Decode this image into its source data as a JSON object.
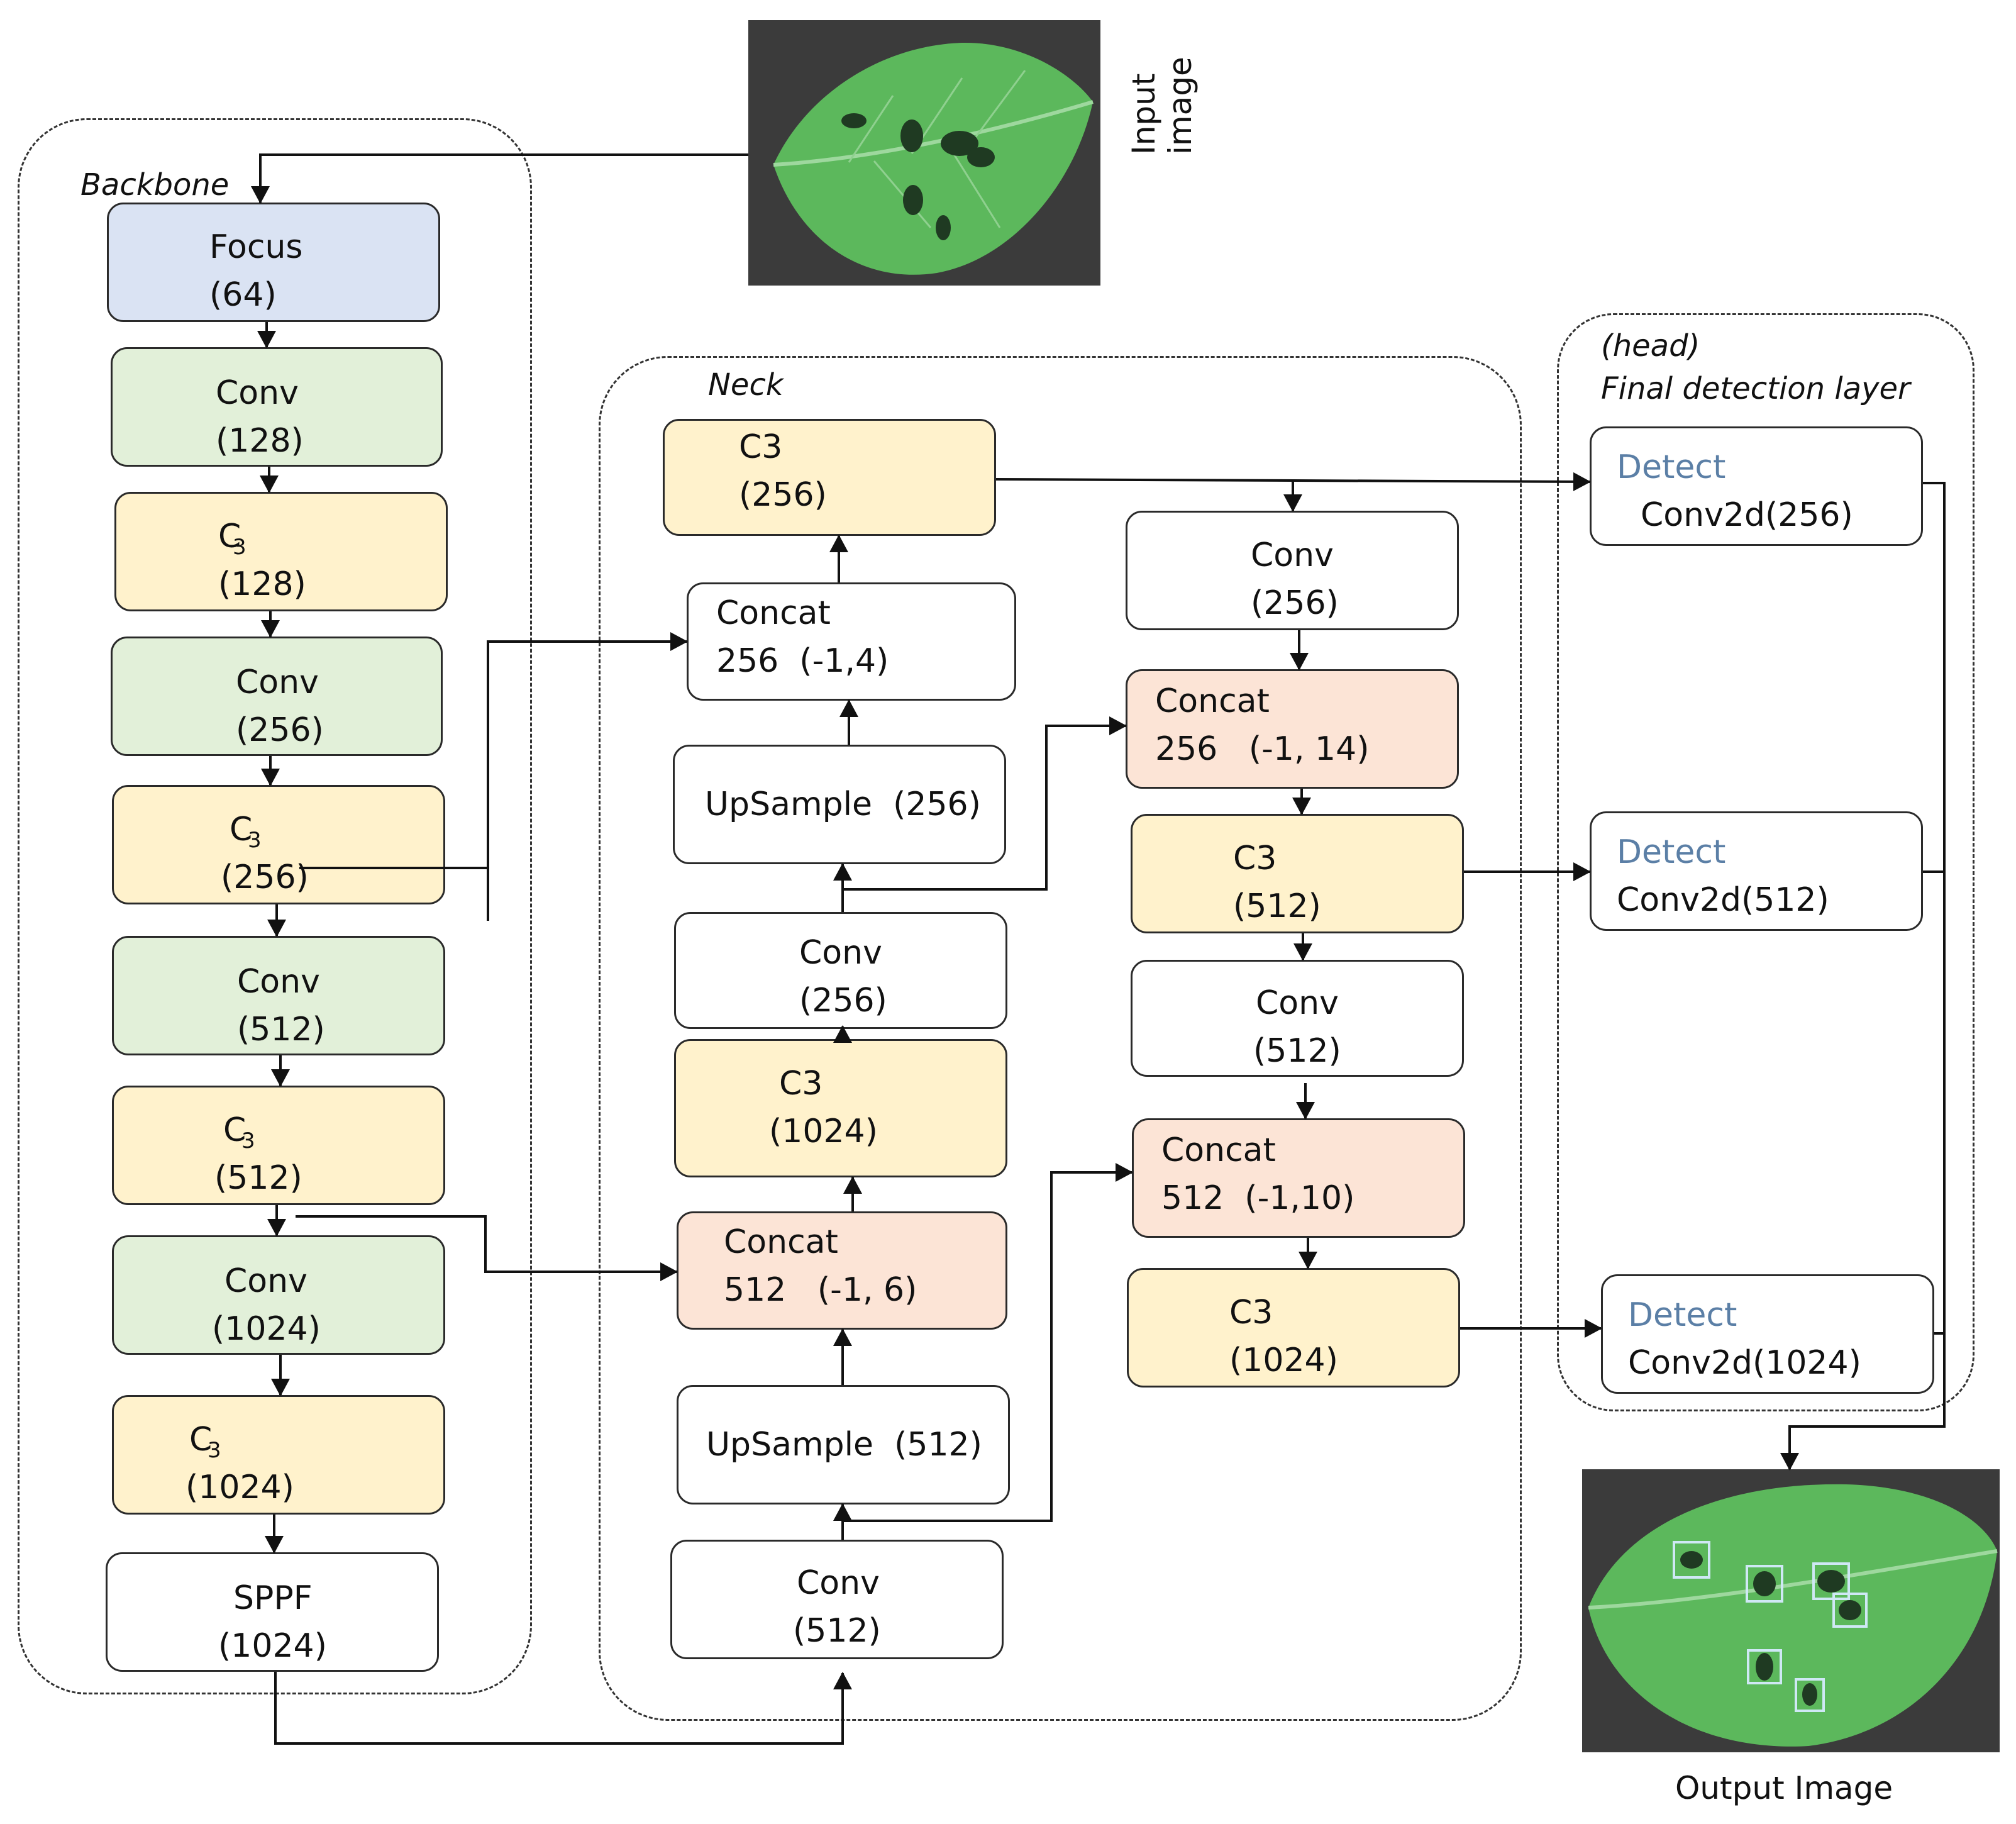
{
  "groups": {
    "backbone": "Backbone",
    "neck": "Neck",
    "head_line1": "(head)",
    "head_line2": "Final detection layer"
  },
  "images": {
    "input_caption_line1": "Input",
    "input_caption_line2": "image",
    "output_caption": "Output Image"
  },
  "backbone": [
    {
      "line1": "Focus",
      "line2": "(64)"
    },
    {
      "line1": "Conv",
      "line2": "(128)"
    },
    {
      "line1": "C3",
      "line2": "(128)"
    },
    {
      "line1": "Conv",
      "line2": "(256)"
    },
    {
      "line1": "C3",
      "line2": "(256)"
    },
    {
      "line1": "Conv",
      "line2": "(512)"
    },
    {
      "line1": "C3",
      "line2": "(512)"
    },
    {
      "line1": "Conv",
      "line2": "(1024)"
    },
    {
      "line1": "C3",
      "line2": "(1024)"
    },
    {
      "line1": "SPPF",
      "line2": "(1024)"
    }
  ],
  "neck_left": [
    {
      "line1": "C3",
      "line2": "(256)"
    },
    {
      "line1": "Concat",
      "line2": "256  (-1,4)"
    },
    {
      "line1": "UpSample  (256)",
      "line2": ""
    },
    {
      "line1": "Conv",
      "line2": "(256)"
    },
    {
      "line1": "C3",
      "line2": "(1024)"
    },
    {
      "line1": "Concat",
      "line2": "512   (-1, 6)"
    },
    {
      "line1": "UpSample  (512)",
      "line2": ""
    },
    {
      "line1": "Conv",
      "line2": "(512)"
    }
  ],
  "neck_right": [
    {
      "line1": "Conv",
      "line2": "(256)"
    },
    {
      "line1": "Concat",
      "line2": "256   (-1, 14)"
    },
    {
      "line1": "C3",
      "line2": "(512)"
    },
    {
      "line1": "Conv",
      "line2": "(512)"
    },
    {
      "line1": "Concat",
      "line2": "512  (-1,10)"
    },
    {
      "line1": "C3",
      "line2": "(1024)"
    }
  ],
  "head": [
    {
      "line1": "Detect",
      "line2": "Conv2d(256)"
    },
    {
      "line1": "Detect",
      "line2": "Conv2d(512)"
    },
    {
      "line1": "Detect",
      "line2": "Conv2d(1024)"
    }
  ],
  "colors": {
    "focus": "#dae3f3",
    "conv": "#e2f0d9",
    "c3": "#fff2cc",
    "concat": "#fce4d6",
    "plain": "#ffffff",
    "detect_text": "#5b7fa6"
  }
}
